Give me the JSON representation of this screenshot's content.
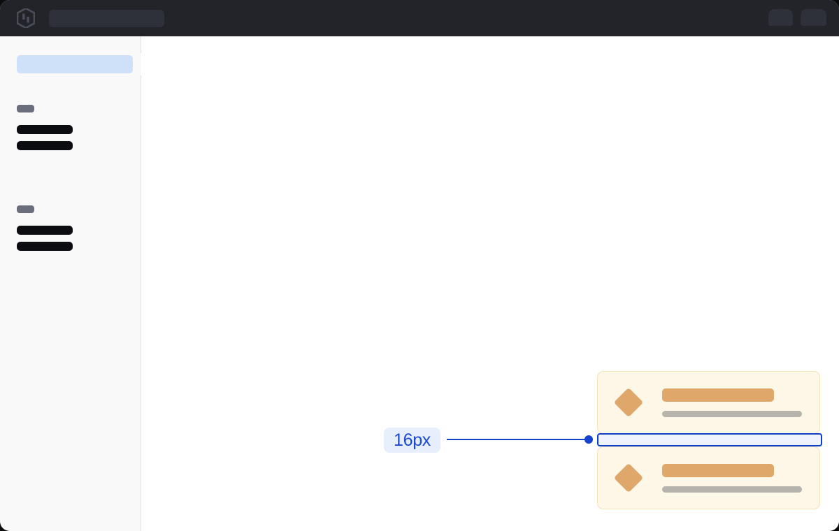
{
  "window": {
    "background_color": "#0d0d0f",
    "surface_color": "#ffffff"
  },
  "header": {
    "background_color": "#22242a",
    "logo_name": "hashicorp-logo",
    "search_placeholder": "",
    "chips": [
      {
        "name": "header-chip-1"
      },
      {
        "name": "header-chip-2"
      }
    ]
  },
  "sidebar": {
    "background_color": "#f9f9fa",
    "selected_item_color": "#cfe0f9",
    "selected_item_label": "",
    "collapse_tab_label": "",
    "groups": [
      {
        "label": "",
        "items": [
          {
            "label": ""
          },
          {
            "label": ""
          }
        ]
      },
      {
        "label": "",
        "items": [
          {
            "label": ""
          },
          {
            "label": ""
          }
        ]
      }
    ]
  },
  "main": {
    "cards": [
      {
        "icon_name": "diamond-icon",
        "icon_color": "#e0a76a",
        "title": "",
        "subtitle": "",
        "background_color": "#fdf7e7",
        "border_color": "#f5e2b8"
      },
      {
        "icon_name": "diamond-icon",
        "icon_color": "#e0a76a",
        "title": "",
        "subtitle": "",
        "background_color": "#fdf7e7",
        "border_color": "#f5e2b8"
      }
    ],
    "measurement": {
      "value": "16px",
      "accent_color": "#1442cf",
      "badge_background": "#e7eefc",
      "badge_text_color": "#1c49d4",
      "highlight_fill": "#eef3fe"
    }
  }
}
